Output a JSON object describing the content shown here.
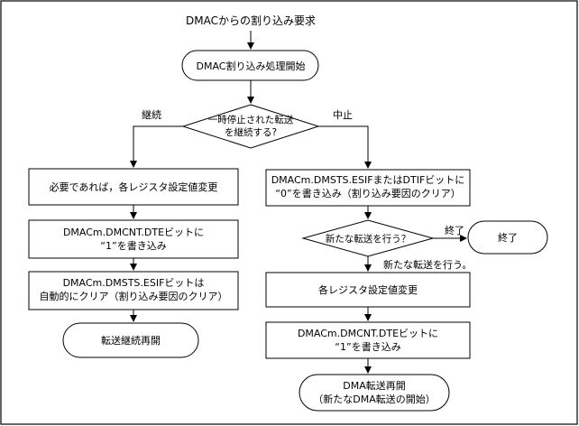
{
  "title": "DMACからの割り込み要求",
  "start": "DMAC割り込み処理開始",
  "decision1": [
    "一時停止された転送",
    "を継続する?"
  ],
  "branch_continue": "継続",
  "branch_stop": "中止",
  "left": {
    "box1": "必要であれば，各レジスタ設定値変更",
    "box2": [
      "DMACm.DMCNT.DTEビットに",
      "“1”を書き込み"
    ],
    "box3": [
      "DMACm.DMSTS.ESIFビットは",
      "自動的にクリア（割り込み要因のクリア）"
    ],
    "end": "転送継続再開"
  },
  "right": {
    "box1": [
      "DMACm.DMSTS.ESIFまたはDTIFビットに",
      "“0”を書き込み（割り込み要因のクリア）"
    ],
    "decision2": "新たな転送を行う？",
    "branch_end": "終了",
    "end_terminal": "終了",
    "branch_new": "新たな転送を行う。",
    "box2": "各レジスタ設定値変更",
    "box3": [
      "DMACm.DMCNT.DTEビットに",
      "“1”を書き込み"
    ],
    "end": [
      "DMA転送再開",
      "（新たなDMA転送の開始）"
    ]
  }
}
